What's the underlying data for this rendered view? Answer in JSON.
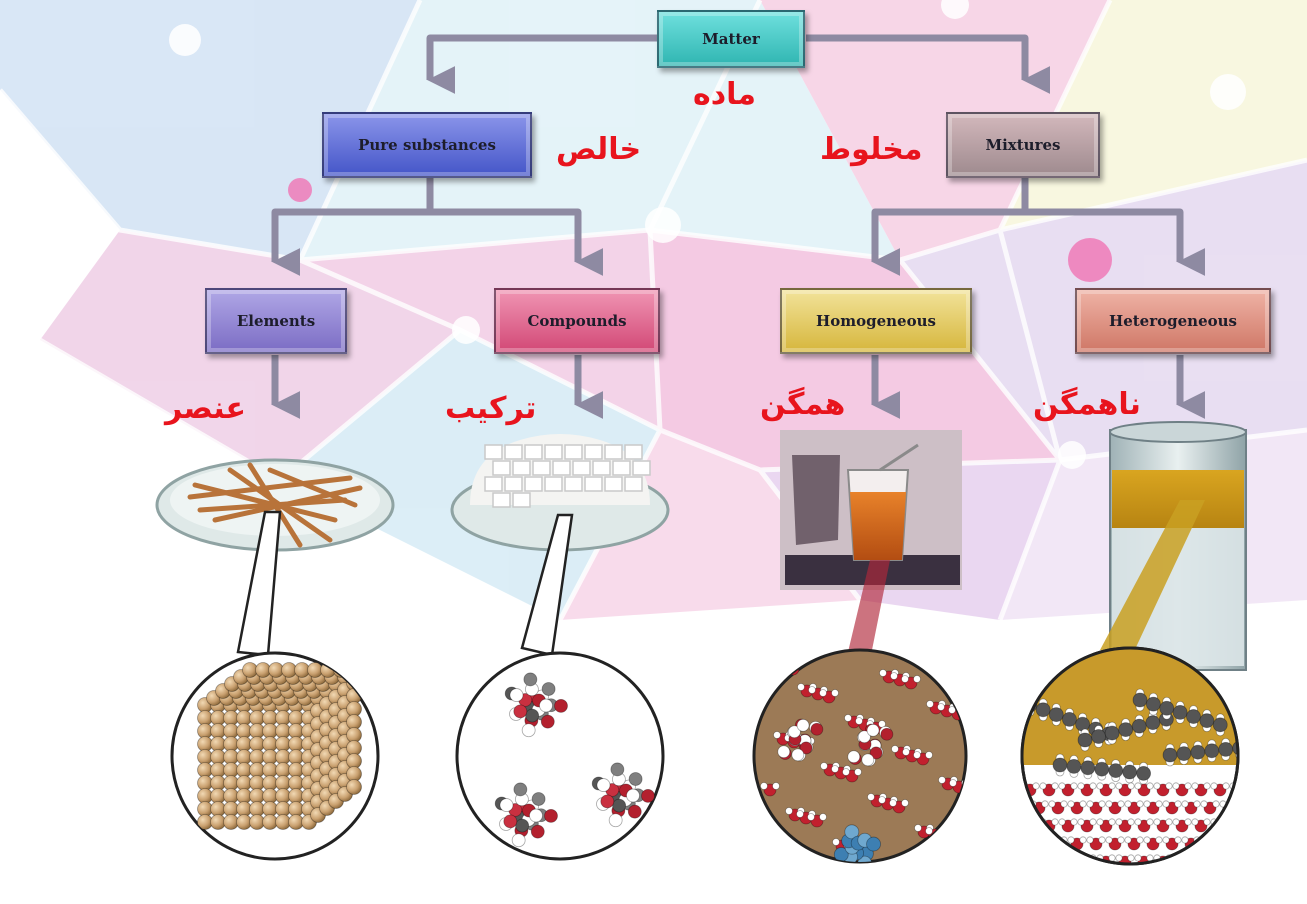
{
  "nodes": {
    "matter": {
      "en": "Matter",
      "fa": "ماده"
    },
    "pure": {
      "en": "Pure substances",
      "fa": "خالص"
    },
    "mixtures": {
      "en": "Mixtures",
      "fa": "مخلوط"
    },
    "elements": {
      "en": "Elements",
      "fa": "عنصر"
    },
    "compounds": {
      "en": "Compounds",
      "fa": "ترکیب"
    },
    "homogeneous": {
      "en": "Homogeneous",
      "fa": "همگن"
    },
    "heterogeneous": {
      "en": "Heterogeneous",
      "fa": "ناهمگن"
    }
  },
  "colors": {
    "matter": "#3cc8c4",
    "pure": "#5a6ad8",
    "mixtures": "#b89a9e",
    "elements": "#8e7fd0",
    "compounds": "#e05f86",
    "homogeneous": "#e0c863",
    "heterogeneous": "#d98b7d",
    "persian_label": "#e8141d",
    "arrow": "#8e8aa2"
  },
  "illustrations": [
    {
      "name": "copper-wires-on-glass-dish"
    },
    {
      "name": "sugar-cubes-on-glass-dish"
    },
    {
      "name": "glass-of-tea"
    },
    {
      "name": "glass-cylinder-oil-and-water"
    }
  ]
}
